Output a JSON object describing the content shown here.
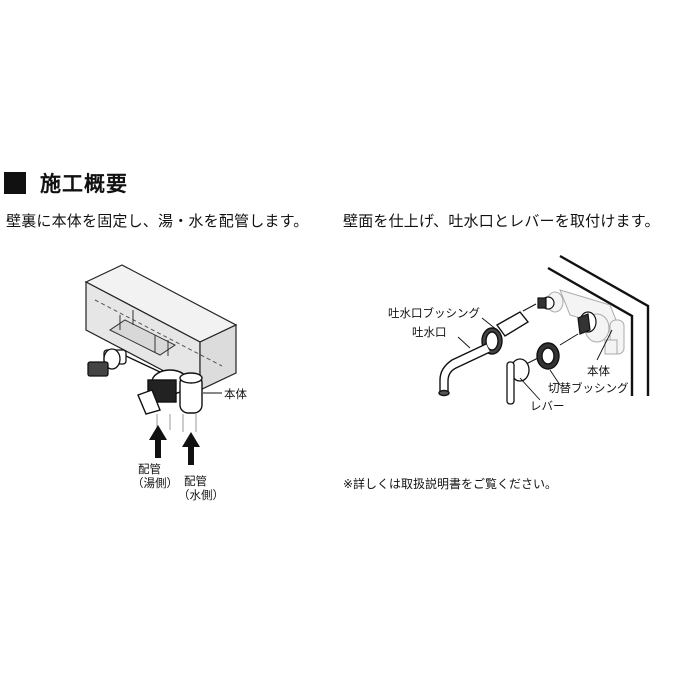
{
  "section": {
    "heading": "施工概要"
  },
  "left_panel": {
    "caption": "壁裏に本体を固定し、湯・水を配管します。",
    "labels": {
      "body": "本体",
      "pipe_hot_line1": "配管",
      "pipe_hot_line2": "（湯側）",
      "pipe_cold_line1": "配管",
      "pipe_cold_line2": "（水側）"
    }
  },
  "right_panel": {
    "caption": "壁面を仕上げ、吐水口とレバーを取付けます。",
    "labels": {
      "spout_bushing": "吐水口ブッシング",
      "spout": "吐水口",
      "body": "本体",
      "switch_bushing": "切替ブッシング",
      "lever": "レバー"
    },
    "note": "※詳しくは取扱説明書をご覧ください。"
  }
}
